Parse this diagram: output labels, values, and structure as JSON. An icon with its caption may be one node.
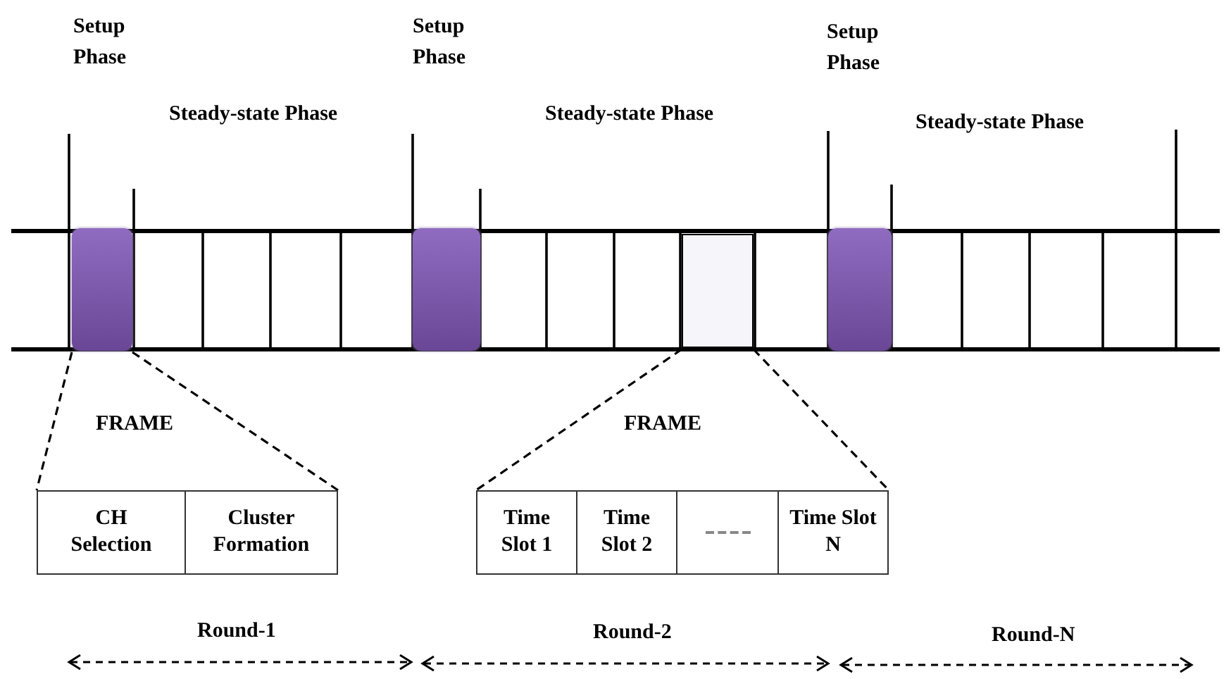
{
  "diagram": {
    "nodes": [
      {
        "text": [],
        "shape": "box"
      },
      {
        "text": [],
        "shape": "box"
      },
      {
        "text": [],
        "shape": "box"
      },
      {
        "text": [],
        "shape": "box"
      },
      {
        "text": [
          "CH Selection"
        ]
      },
      {
        "text": [
          "Cluster Formation"
        ]
      },
      {
        "text": [
          "Time Slot 1"
        ]
      },
      {
        "text": [
          "Time Slot 2"
        ]
      },
      {
        "text": [],
        "shape": "box"
      },
      {
        "text": [
          "Time Slot N"
        ]
      }
    ],
    "edges": [
      {
        "from": 0,
        "to": 4,
        "arrow": "none",
        "style": "dashed"
      },
      {
        "from": 0,
        "to": 5,
        "arrow": "none",
        "style": "dashed"
      },
      {
        "from": 3,
        "to": 6,
        "arrow": "none",
        "style": "dashed"
      },
      {
        "from": 3,
        "to": 9,
        "arrow": "none",
        "style": "dashed"
      }
    ],
    "labels": [
      "Setup Phase",
      "Setup Phase",
      "Setup Phase",
      "Steady-state Phase",
      "Steady-state Phase",
      "Steady-state Phase",
      "FRAME",
      "FRAME",
      "Round-1",
      "Round-2",
      "Round-N"
    ]
  }
}
